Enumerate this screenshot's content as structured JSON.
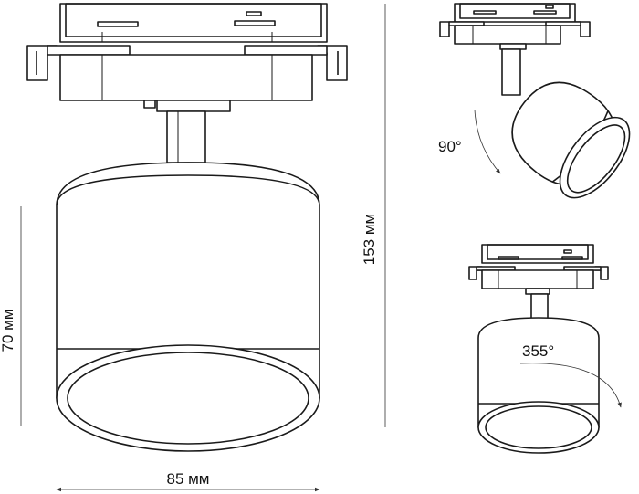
{
  "dimensions": {
    "height_total": "153 мм",
    "height_body": "70 мм",
    "width": "85 мм"
  },
  "rotation": {
    "tilt": "90°",
    "swivel": "355°"
  }
}
